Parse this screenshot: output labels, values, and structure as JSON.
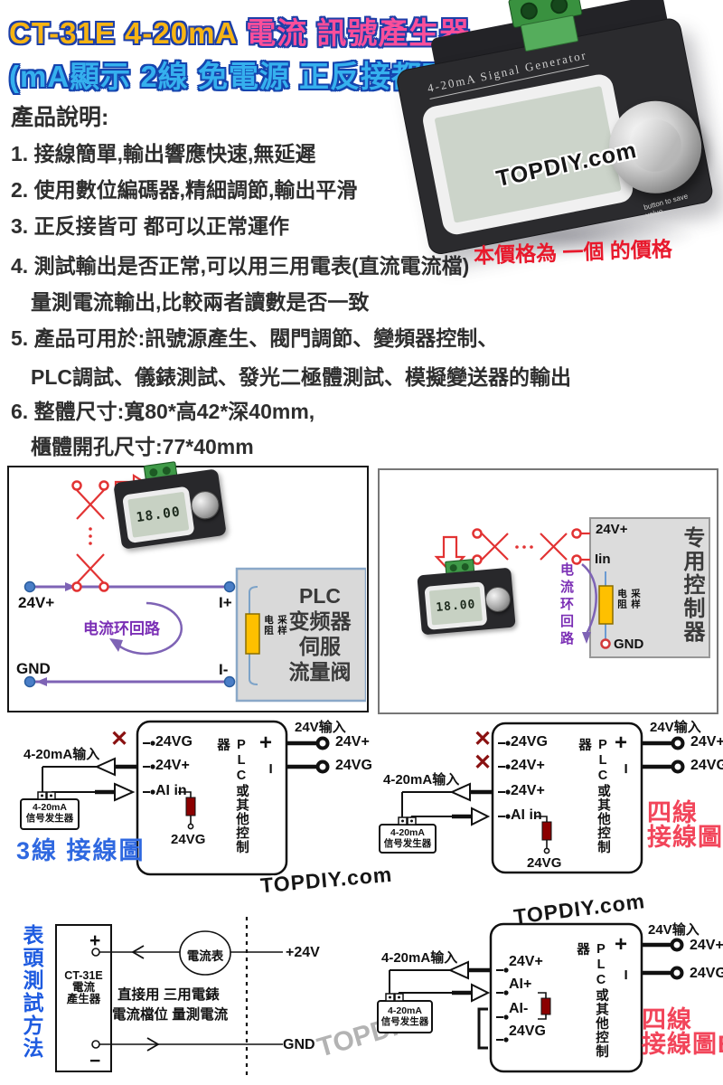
{
  "title": {
    "l1_gold": "CT-31E 4-20mA",
    "l1_pink": "電流 訊號產生器",
    "l2": "(mA顯示 2線 免電源 正反接都可)"
  },
  "price_note": "本價格為 一個 的價格",
  "photo": {
    "device_label": "4-20mA Signal Generator",
    "hint1": "button to save",
    "hint2": "value"
  },
  "watermark": {
    "full": "TOPDIY.com",
    "short": "TOPDIY"
  },
  "desc": {
    "heading": "產品說明:",
    "lines": [
      "1. 接線簡單,輸出響應快速,無延遲",
      "2. 使用數位編碼器,精細調節,輸出平滑",
      "3. 正反接皆可 都可以正常運作",
      "4. 測試輸出是否正常,可以用三用電表(直流電流檔)",
      "量測電流輸出,比較兩者讀數是否一致",
      "5. 產品可用於:訊號源產生、閥門調節、變頻器控制、",
      "PLC調試、儀錶測試、發光二極體測試、模擬變送器的輸出",
      "6. 整體尺寸:寬80*高42*深40mm,",
      "櫃體開孔尺寸:77*40mm"
    ]
  },
  "mini_device": {
    "display": "18.00"
  },
  "x_mark": "✕",
  "loop_left": {
    "v_plus": "24V+",
    "gnd": "GND",
    "i_plus": "I+",
    "i_minus": "I-",
    "loop_label": "电流环回路",
    "resistor_label": "采样电阻",
    "load": [
      "PLC",
      "变频器",
      "伺服",
      "流量阀"
    ]
  },
  "loop_right": {
    "v_plus": "24V+",
    "iin": "Iin",
    "gnd": "GND",
    "controller": "专用控制器",
    "resistor_label": "采样电阻",
    "loop_label": "电流环回路"
  },
  "w3": {
    "title": "3線 接線圖",
    "input_label": "4-20mA输入",
    "terminals": [
      "24VG",
      "24V+",
      "AI in"
    ],
    "controller": "PLC或其他控制器",
    "resistor_gnd": "24VG",
    "plus": "+",
    "minus": "−",
    "supply_label": "24V输入",
    "outputs": [
      "24V+",
      "24VG"
    ],
    "gen_line1": "4-20mA",
    "gen_line2": "信号发生器"
  },
  "w4a": {
    "title_l1": "四線",
    "title_l2": "接線圖A",
    "input_label": "4-20mA输入",
    "terminals": [
      "24VG",
      "24V+",
      "24V+",
      "AI in"
    ],
    "controller": "PLC或其他控制器",
    "resistor_gnd": "24VG",
    "plus": "+",
    "minus": "−",
    "supply_label": "24V输入",
    "outputs": [
      "24V+",
      "24VG"
    ],
    "gen_line1": "4-20mA",
    "gen_line2": "信号发生器"
  },
  "w4b": {
    "title_l1": "四線",
    "title_l2": "接線圖B",
    "input_label": "4-20mA输入",
    "terminals": [
      "24V+",
      "AI+",
      "AI-",
      "24VG"
    ],
    "controller": "PLC或其他控制器",
    "plus": "+",
    "minus": "−",
    "supply_label": "24V输入",
    "outputs": [
      "24V+",
      "24VG"
    ],
    "gen_line1": "4-20mA",
    "gen_line2": "信号发生器"
  },
  "meter": {
    "side_label": "表頭測試方法",
    "device_lines": [
      "CT-31E",
      "電流",
      "產生器"
    ],
    "ammeter": "電流表",
    "plus": "+",
    "minus": "−",
    "v24": "+24V",
    "gnd": "GND",
    "note1": "直接用 三用電錶",
    "note2": "電流檔位 量測電流"
  }
}
